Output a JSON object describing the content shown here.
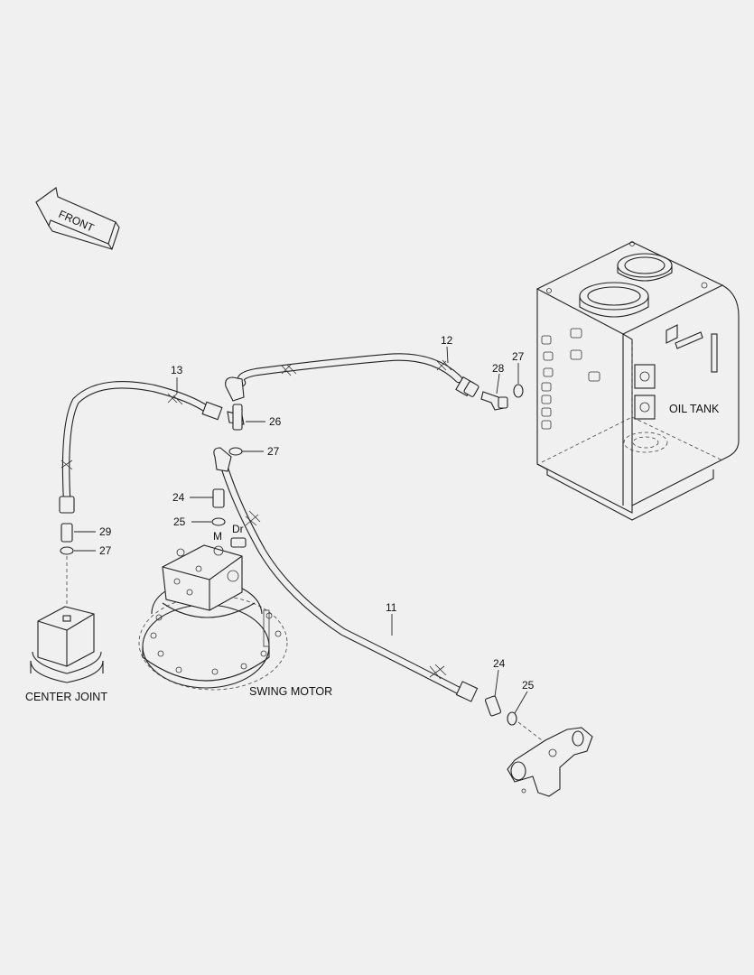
{
  "direction_label": "FRONT",
  "components": {
    "oil_tank": "OIL TANK",
    "center_joint": "CENTER JOINT",
    "swing_motor": "SWING MOTOR"
  },
  "port_labels": {
    "m": "M",
    "dr": "Dr"
  },
  "callouts": {
    "c11": "11",
    "c12": "12",
    "c13": "13",
    "c24a": "24",
    "c24b": "24",
    "c25a": "25",
    "c25b": "25",
    "c26": "26",
    "c27a": "27",
    "c27b": "27",
    "c27c": "27",
    "c28": "28",
    "c29": "29"
  }
}
